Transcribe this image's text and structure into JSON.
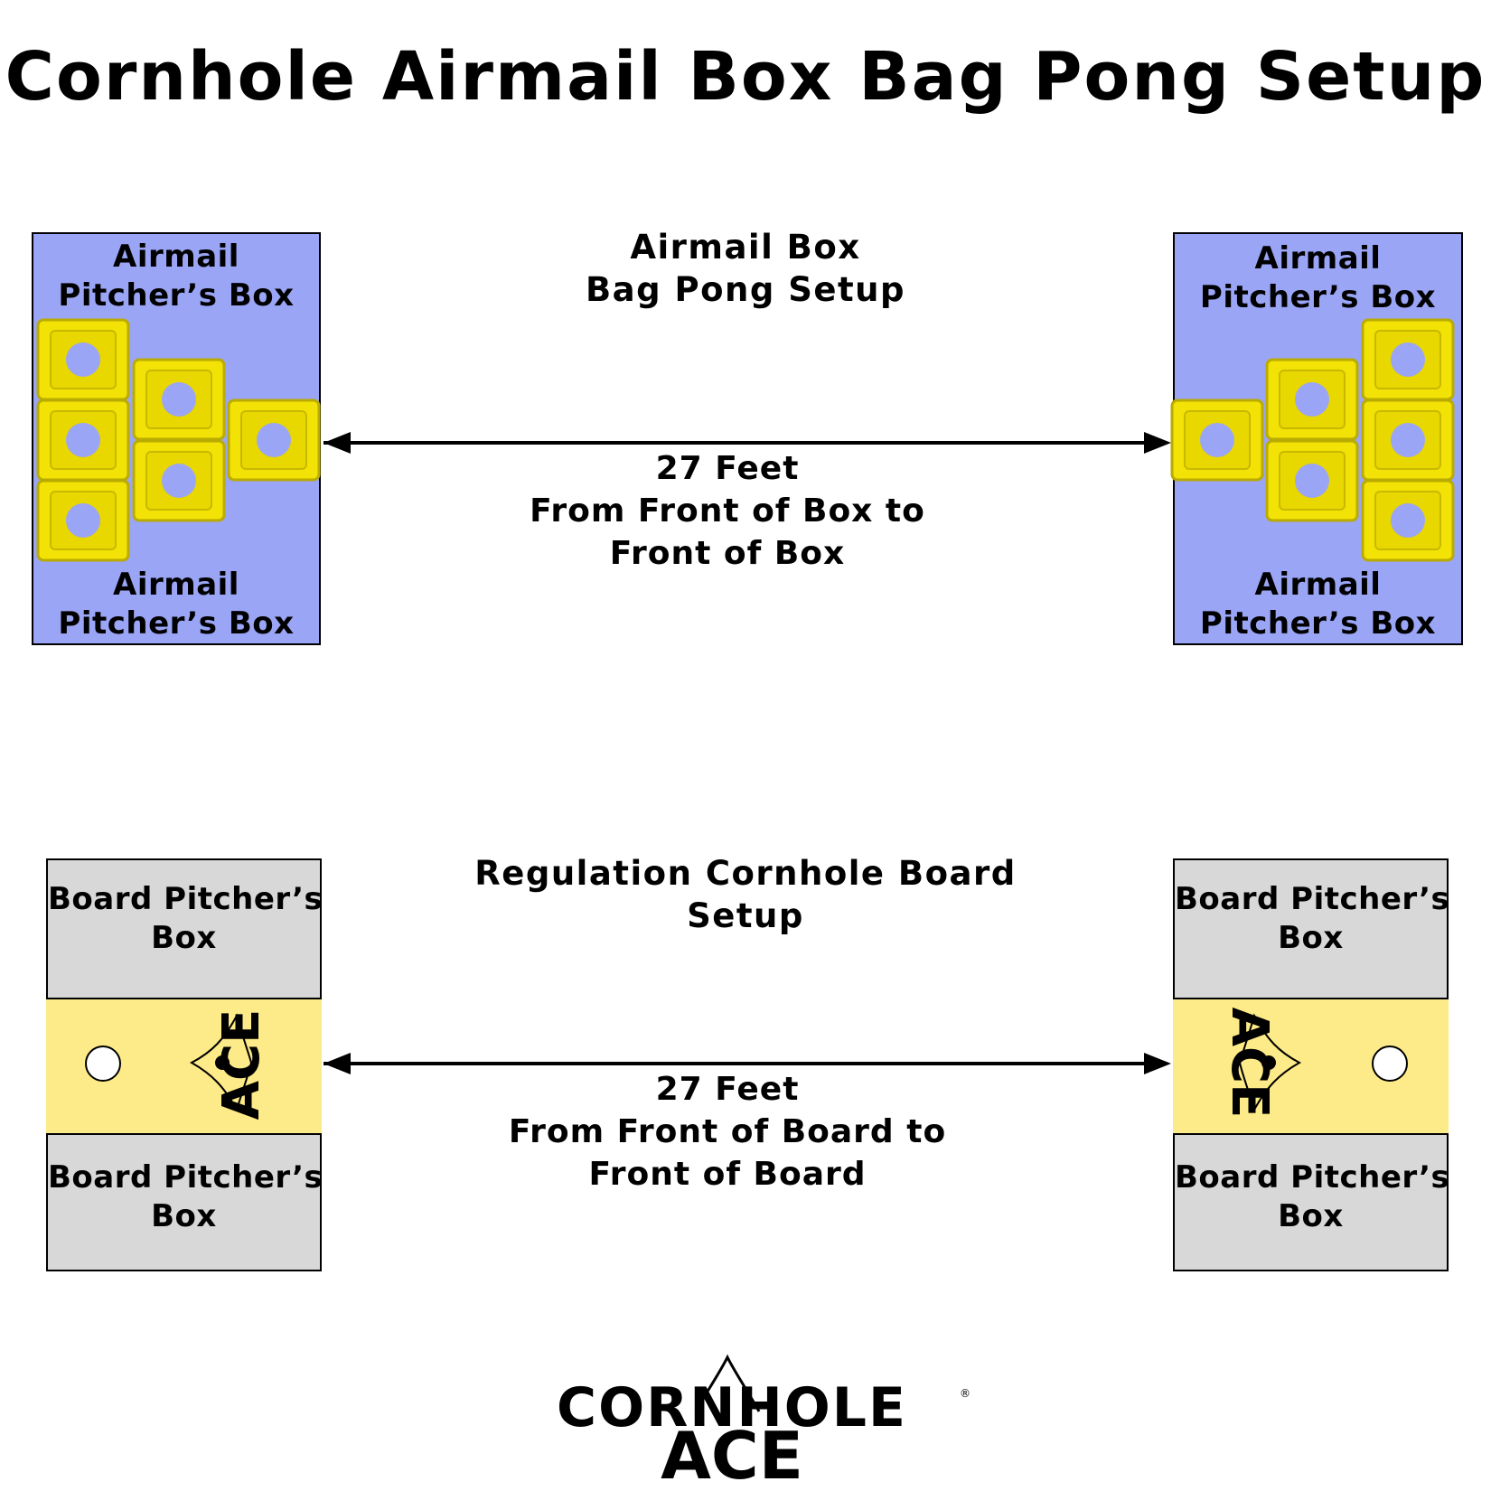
{
  "title": "Cornhole Airmail Box Bag Pong Setup",
  "airmail_section": {
    "heading_line1": "Airmail Box",
    "heading_line2": "Bag Pong Setup",
    "distance_line1": "27 Feet",
    "distance_line2": "From Front of Box to",
    "distance_line3": "Front of Box",
    "left_box": {
      "top_label_line1": "Airmail",
      "top_label_line2": "Pitcher’s Box",
      "bottom_label_line1": "Airmail",
      "bottom_label_line2": "Pitcher’s Box"
    },
    "right_box": {
      "top_label_line1": "Airmail",
      "top_label_line2": "Pitcher’s Box",
      "bottom_label_line1": "Airmail",
      "bottom_label_line2": "Pitcher’s Box"
    }
  },
  "board_section": {
    "heading_line1": "Regulation Cornhole Board",
    "heading_line2": "Setup",
    "distance_line1": "27 Feet",
    "distance_line2": "From Front of Board to",
    "distance_line3": "Front of Board",
    "left_box": {
      "top_label_line1": "Board Pitcher’s",
      "top_label_line2": "Box",
      "bottom_label_line1": "Board Pitcher’s",
      "bottom_label_line2": "Box",
      "board_logo_text": "ACE"
    },
    "right_box": {
      "top_label_line1": "Board Pitcher’s",
      "top_label_line2": "Box",
      "bottom_label_line1": "Board Pitcher’s",
      "bottom_label_line2": "Box",
      "board_logo_text": "ACE"
    }
  },
  "footer_logo": {
    "line1": "CORNHOLE",
    "line2": "ACE",
    "registered_mark": "®"
  },
  "colors": {
    "airmail_box": "#9aa5f6",
    "board_box": "#d8d8d8",
    "board": "#fdea88",
    "cup": "#f2e205",
    "cup_hole": "#9aa5f6"
  }
}
